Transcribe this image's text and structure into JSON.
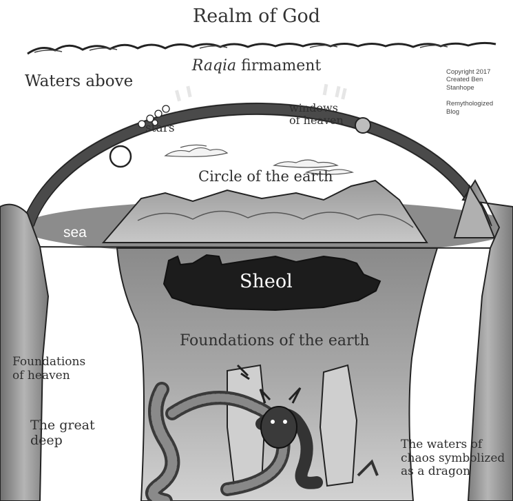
{
  "diagram": {
    "title": "Realm of God",
    "firmament": {
      "italic": "Raqia",
      "rest": " firmament"
    },
    "waters_above": "Waters above",
    "copyright": [
      "Copyright 2017",
      "Created Ben",
      "Stanhope",
      "Remythologized",
      "Blog"
    ],
    "windows": [
      "windows",
      "of heaven"
    ],
    "stars": "stars",
    "circle": "Circle of the earth",
    "sea": "sea",
    "sheol": "Sheol",
    "foundations_earth": "Foundations of the earth",
    "foundations_heaven": [
      "Foundations",
      "of heaven"
    ],
    "great_deep": [
      "The great",
      "deep"
    ],
    "chaos": [
      "The waters of",
      "chaos symbolized",
      "as a dragon"
    ]
  },
  "colors": {
    "ink": "#2f2f2f",
    "firmament": "#4a4a4a",
    "sheol": "#1c1c1c",
    "sea": "#8c8c8c",
    "foundation": "#9a9a9a"
  }
}
